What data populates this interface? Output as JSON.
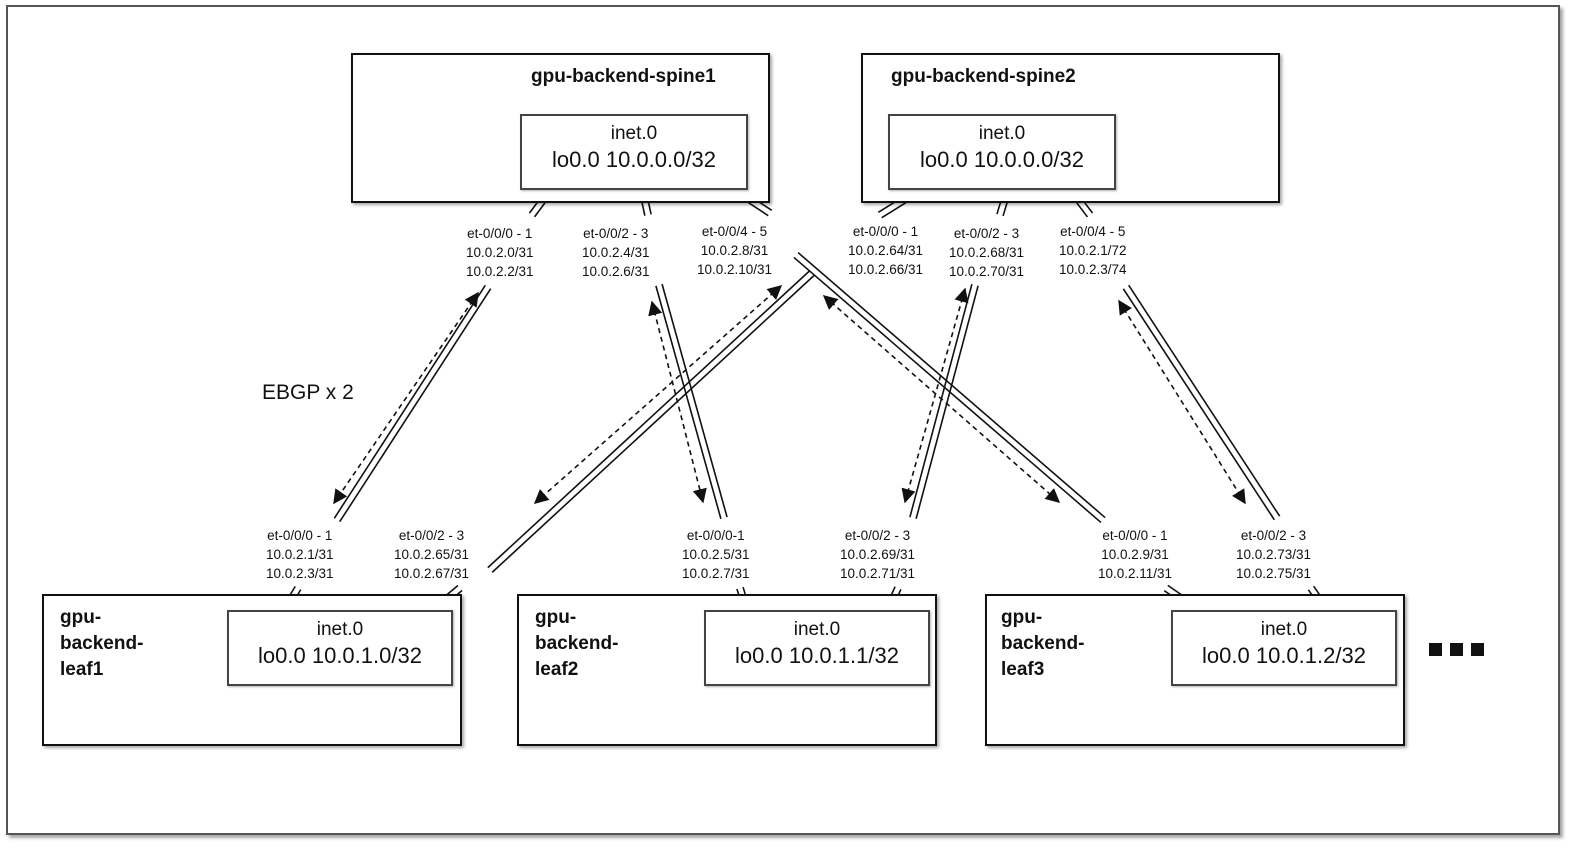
{
  "spines": [
    {
      "name": "gpu-backend-spine1",
      "table": "inet.0",
      "loopback": "lo0.0 10.0.0.0/32",
      "ports": [
        {
          "name": "et-0/0/0 - 1",
          "addrs": [
            "10.0.2.0/31",
            "10.0.2.2/31"
          ]
        },
        {
          "name": "et-0/0/2 - 3",
          "addrs": [
            "10.0.2.4/31",
            "10.0.2.6/31"
          ]
        },
        {
          "name": "et-0/0/4 - 5",
          "addrs": [
            "10.0.2.8/31",
            "10.0.2.10/31"
          ]
        }
      ]
    },
    {
      "name": "gpu-backend-spine2",
      "table": "inet.0",
      "loopback": "lo0.0 10.0.0.0/32",
      "ports": [
        {
          "name": "et-0/0/0 - 1",
          "addrs": [
            "10.0.2.64/31",
            "10.0.2.66/31"
          ]
        },
        {
          "name": "et-0/0/2 - 3",
          "addrs": [
            "10.0.2.68/31",
            "10.0.2.70/31"
          ]
        },
        {
          "name": "et-0/0/4 - 5",
          "addrs": [
            "10.0.2.1/72",
            "10.0.2.3/74"
          ]
        }
      ]
    }
  ],
  "leaves": [
    {
      "name": "gpu-\nbackend-\nleaf1",
      "table": "inet.0",
      "loopback": "lo0.0 10.0.1.0/32",
      "ports": [
        {
          "name": "et-0/0/0 - 1",
          "addrs": [
            "10.0.2.1/31",
            "10.0.2.3/31"
          ]
        },
        {
          "name": "et-0/0/2 - 3",
          "addrs": [
            "10.0.2.65/31",
            "10.0.2.67/31"
          ]
        }
      ]
    },
    {
      "name": "gpu-\nbackend-\nleaf2",
      "table": "inet.0",
      "loopback": "lo0.0 10.0.1.1/32",
      "ports": [
        {
          "name": "et-0/0/0-1",
          "addrs": [
            "10.0.2.5/31",
            "10.0.2.7/31"
          ]
        },
        {
          "name": "et-0/0/2 - 3",
          "addrs": [
            "10.0.2.69/31",
            "10.0.2.71/31"
          ]
        }
      ]
    },
    {
      "name": "gpu-\nbackend-\nleaf3",
      "table": "inet.0",
      "loopback": "lo0.0 10.0.1.2/32",
      "ports": [
        {
          "name": "et-0/0/0 - 1",
          "addrs": [
            "10.0.2.9/31",
            "10.0.2.11/31"
          ]
        },
        {
          "name": "et-0/0/2 - 3",
          "addrs": [
            "10.0.2.73/31",
            "10.0.2.75/31"
          ]
        }
      ]
    }
  ],
  "session_label": "EBGP x 2",
  "links": [
    {
      "spine": 0,
      "spine_port": 0,
      "leaf": 0,
      "leaf_port": 0
    },
    {
      "spine": 0,
      "spine_port": 1,
      "leaf": 1,
      "leaf_port": 0
    },
    {
      "spine": 0,
      "spine_port": 2,
      "leaf": 2,
      "leaf_port": 0
    },
    {
      "spine": 1,
      "spine_port": 0,
      "leaf": 0,
      "leaf_port": 1
    },
    {
      "spine": 1,
      "spine_port": 1,
      "leaf": 1,
      "leaf_port": 1
    },
    {
      "spine": 1,
      "spine_port": 2,
      "leaf": 2,
      "leaf_port": 1
    }
  ],
  "colors": {
    "line": "#111111",
    "border": "#444444"
  }
}
